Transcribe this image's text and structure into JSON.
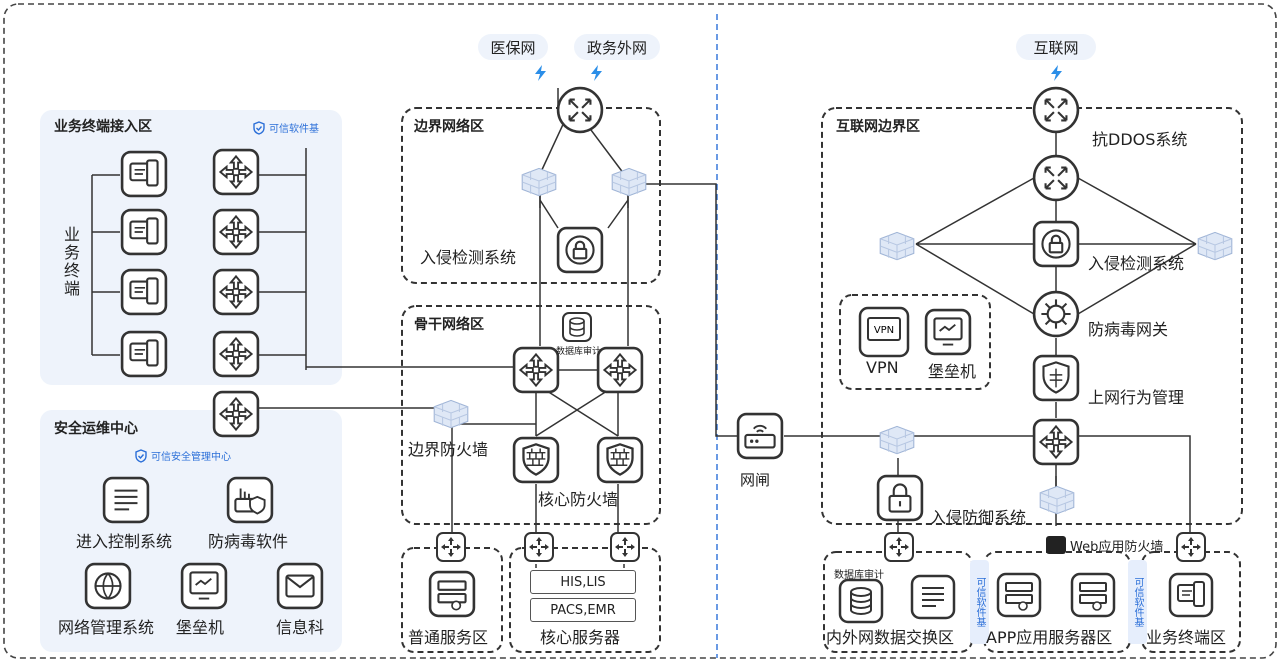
{
  "clouds": {
    "medical": "医保网",
    "gov": "政务外网",
    "internet": "互联网"
  },
  "zones": {
    "terminal_access": "业务终端接入区",
    "ops_center": "安全运维中心",
    "border": "边界网络区",
    "backbone": "骨干网络区",
    "internet_border": "互联网边界区"
  },
  "badges": {
    "trusted_base": "可信软件基",
    "trusted_mgmt": "可信安全管理中心"
  },
  "labels": {
    "terminals": "业务终端",
    "ids": "入侵检测系统",
    "border_firewall": "边界防火墙",
    "core_firewall": "核心防火墙",
    "db_audit_small": "数据库审计",
    "gap": "网闸",
    "anti_ddos": "抗DDOS系统",
    "ids_right": "入侵检测系统",
    "av_gateway": "防病毒网关",
    "behavior_mgmt": "上网行为管理",
    "vpn": "VPN",
    "vpn_icon": "VPN",
    "bastion": "堡垒机",
    "ips": "入侵防御系统",
    "waf": "Web应用防火墙",
    "db_audit": "数据库审计",
    "access_ctrl": "进入控制系统",
    "antivirus_sw": "防病毒软件",
    "netmgmt": "网络管理系统",
    "bastion_left": "堡垒机",
    "info_dept": "信息科",
    "normal_server_zone": "普通服务区",
    "core_servers": "核心服务器",
    "his_lis": "HIS,LIS",
    "pacs_emr": "PACS,EMR",
    "exchange_zone": "内外网数据交换区",
    "app_zone": "APP应用服务器区",
    "terminal_zone": "业务终端区"
  },
  "colors": {
    "accent": "#2b6fd8",
    "zone_bg": "#eef3fb",
    "dash": "#333333",
    "divider": "#2b6fd8"
  }
}
